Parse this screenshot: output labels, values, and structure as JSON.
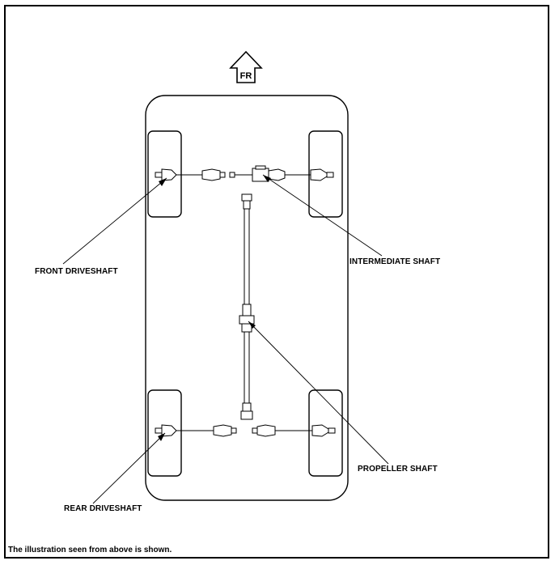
{
  "diagram": {
    "direction_marker": "FR",
    "labels": {
      "front_driveshaft": "FRONT DRIVESHAFT",
      "intermediate_shaft": "INTERMEDIATE SHAFT",
      "propeller_shaft": "PROPELLER SHAFT",
      "rear_driveshaft": "REAR DRIVESHAFT"
    },
    "caption": "The illustration seen from above is shown."
  },
  "colors": {
    "line": "#000000",
    "background": "#ffffff"
  }
}
